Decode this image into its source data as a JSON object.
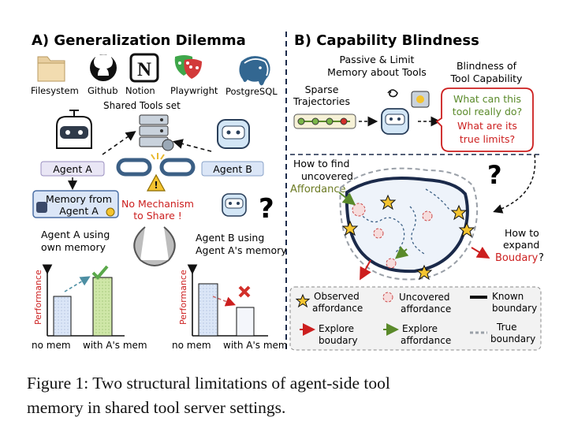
{
  "panel_a": {
    "title": "A) Generalization Dilemma",
    "tools": [
      {
        "label": "Filesystem",
        "icon": "folder-icon"
      },
      {
        "label": "Github",
        "icon": "github-icon"
      },
      {
        "label": "Notion",
        "icon": "notion-icon"
      },
      {
        "label": "Playwright",
        "icon": "theater-masks-icon"
      },
      {
        "label": "PostgreSQL",
        "icon": "elephant-icon"
      }
    ],
    "shared_tools_label": "Shared Tools set",
    "agent_a": "Agent A",
    "agent_b": "Agent B",
    "memory_line1": "Memory from",
    "memory_line2": "Agent A",
    "no_mechanism_line1": "No Mechanism",
    "no_mechanism_line2": "to Share !",
    "agent_a_caption_line1": "Agent A using",
    "agent_a_caption_line2": "own memory",
    "agent_b_caption_line1": "Agent B using",
    "agent_b_caption_line2": "Agent A's memory",
    "question_mark": "?",
    "performance_label": "Performance",
    "chart_left_x": [
      "no mem",
      "with A's mem"
    ],
    "chart_right_x": [
      "no mem",
      "with A's mem"
    ]
  },
  "panel_b": {
    "title": "B) Capability Blindness",
    "passive_line1": "Passive & Limit",
    "passive_line2": "Memory about Tools",
    "sparse_line1": "Sparse",
    "sparse_line2": "Trajectories",
    "blindness_line1": "Blindness of",
    "blindness_line2": "Tool Capability",
    "bubble_q1_line1": "What can this",
    "bubble_q1_line2": "tool really do?",
    "bubble_q2_line1": "What are its",
    "bubble_q2_line2": "true limits?",
    "find_line1": "How to find",
    "find_line2": "uncovered",
    "find_word": "Affordance",
    "find_q": "?",
    "expand_line1": "How to",
    "expand_line2": "expand",
    "expand_word": "Boudary",
    "expand_q": "?",
    "big_question": "?",
    "legend": {
      "observed_1": "Observed",
      "observed_2": "affordance",
      "uncovered_1": "Uncovered",
      "uncovered_2": "affordance",
      "known_1": "Known",
      "known_2": "boundary",
      "explore_b1": "Explore",
      "explore_b2": "boudary",
      "explore_a1": "Explore",
      "explore_a2": "affordance",
      "true_1": "True",
      "true_2": "boundary"
    }
  },
  "caption_line1": "Figure 1: Two structural limitations of agent-side tool",
  "caption_line2": "memory in shared tool server settings.",
  "colors": {
    "red": "#cc1f1f",
    "green": "#5a8a2a",
    "olive": "#6b7a22",
    "navy": "#1b2a4a",
    "blue_bar": "#dbe6f7",
    "green_bar": "#cfe7a8"
  }
}
